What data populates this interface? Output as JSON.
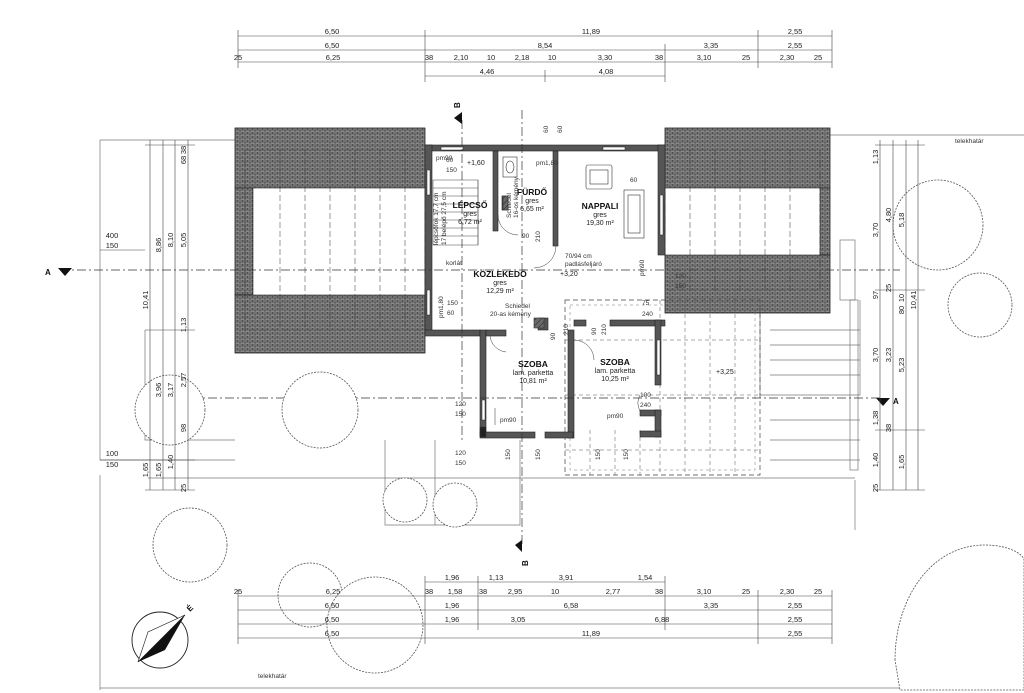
{
  "dims_top": {
    "r1": [
      "6,50",
      "11,89",
      "2,55"
    ],
    "r2": [
      "6,50",
      "8,54",
      "3,35",
      "2,55"
    ],
    "r3": [
      "25",
      "6,25",
      "38",
      "2,10",
      "10",
      "2,18",
      "10",
      "3,30",
      "38",
      "3,10",
      "25",
      "2,30",
      "25"
    ],
    "r4": [
      "4,46",
      "4,08"
    ]
  },
  "dims_bottom": {
    "r1": [
      "1,96",
      "1,13",
      "3,91",
      "1,54"
    ],
    "r2": [
      "25",
      "6,25",
      "38",
      "1,58",
      "38",
      "2,95",
      "10",
      "2,77",
      "38",
      "3,10",
      "25",
      "2,30",
      "25"
    ],
    "r3": [
      "6,50",
      "1,96",
      "6,58",
      "3,35",
      "2,55"
    ],
    "r4": [
      "6,50",
      "1,96",
      "3,05",
      "6,88",
      "2,55"
    ],
    "r5": [
      "6,50",
      "11,89",
      "2,55"
    ]
  },
  "dims_left": {
    "v1": [
      "10,41",
      "1,65"
    ],
    "v2": [
      "8,86",
      "3,96",
      "1,65"
    ],
    "v3": [
      "8,10",
      "3,17",
      "1,40"
    ],
    "v4": [
      "38",
      "68",
      "5,05",
      "1,13",
      "2,57",
      "98",
      "25"
    ],
    "h1": [
      "400",
      "150"
    ],
    "h2": [
      "100",
      "150"
    ]
  },
  "dims_right": {
    "v1": [
      "1,13",
      "3,70",
      "97",
      "3,70",
      "1,38",
      "1,40",
      "25"
    ],
    "v2": [
      "4,80",
      "25",
      "3,23",
      "38"
    ],
    "v3": [
      "5,18",
      "10",
      "80",
      "5,23",
      "1,65"
    ],
    "v4": [
      "10,41"
    ]
  },
  "rooms": [
    {
      "name": "LÉPCSŐ",
      "floor": "gres",
      "area": "6,72 m²"
    },
    {
      "name": "FÜRDŐ",
      "floor": "gres",
      "area": "6,65 m²"
    },
    {
      "name": "NAPPALI",
      "floor": "gres",
      "area": "19,30 m²"
    },
    {
      "name": "KÖZLEKEDŐ",
      "floor": "gres",
      "area": "12,29 m²"
    },
    {
      "name": "SZOBA",
      "floor": "lam. parketta",
      "area": "10,81 m²"
    },
    {
      "name": "SZOBA",
      "floor": "lam. parketta",
      "area": "10,25 m²"
    }
  ],
  "levels": [
    "+1,60",
    "+3,20",
    "+3,25"
  ],
  "openings": [
    "pm90",
    "pm1,80",
    "60",
    "150",
    "60",
    "90",
    "210",
    "pm90",
    "120",
    "150",
    "pm1,80",
    "60",
    "150",
    "120",
    "150",
    "75",
    "240",
    "90",
    "210",
    "90",
    "210",
    "100",
    "240",
    "pm90",
    "pm90",
    "120",
    "150",
    "150",
    "150",
    "150",
    "150",
    "60",
    "60"
  ],
  "notes": {
    "stair1": "lépcsőfok 17,7 cm",
    "stair2": "17 belépő 27,5 cm",
    "railing": "korlát",
    "chimney_bath": "Schiedel",
    "chimney_bath2": "16-os kémény",
    "attic1": "70/94 cm",
    "attic2": "padlásfeljáró",
    "chimney_hall": "Schiedel",
    "chimney_hall2": "20-as kémény"
  },
  "sections": {
    "a": "A",
    "b": "B"
  },
  "boundary": "telekhatár",
  "north_label": "É"
}
